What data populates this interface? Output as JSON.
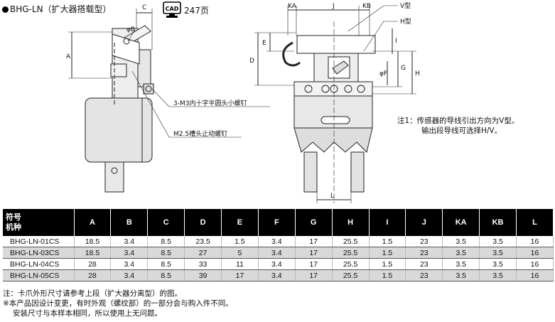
{
  "header": {
    "title": "BHG-LN（扩大器搭载型）",
    "cad_badge": "CAD",
    "cad_page": "247页"
  },
  "drawing": {
    "dims": {
      "A": "A",
      "B": "φB",
      "C": "C",
      "D": "D",
      "E": "E",
      "F": "φF",
      "G": "G",
      "H": "H",
      "I": "I",
      "J": "J",
      "KA": "KA",
      "KB": "KB",
      "L": "L"
    },
    "v_type": "V型",
    "h_type": "H型",
    "callout_screw": "3-M3内十字半圆头小螺钉",
    "callout_stop": "M2.5槽头止动螺钉"
  },
  "side_note": {
    "line1": "注1：传感器的导线引出方向为V型。",
    "line2": "输出段导线可选择H/V。"
  },
  "table": {
    "head_symbol": "符号",
    "head_model": "机种",
    "columns": [
      "A",
      "B",
      "C",
      "D",
      "E",
      "F",
      "G",
      "H",
      "I",
      "J",
      "KA",
      "KB",
      "L"
    ],
    "rows": [
      {
        "model": "BHG-LN-01CS",
        "values": [
          "18.5",
          "3.4",
          "8.5",
          "23.5",
          "1.5",
          "3.4",
          "17",
          "25.5",
          "1.5",
          "23",
          "3.5",
          "3.5",
          "16"
        ]
      },
      {
        "model": "BHG-LN-03CS",
        "values": [
          "18.5",
          "3.4",
          "8.5",
          "27",
          "5",
          "3.4",
          "17",
          "25.5",
          "1.5",
          "23",
          "3.5",
          "3.5",
          "16"
        ]
      },
      {
        "model": "BHG-LN-04CS",
        "values": [
          "28",
          "3.4",
          "8.5",
          "33",
          "11",
          "3.4",
          "17",
          "25.5",
          "1.5",
          "23",
          "3.5",
          "3.5",
          "16"
        ]
      },
      {
        "model": "BHG-LN-05CS",
        "values": [
          "28",
          "3.4",
          "8.5",
          "39",
          "17",
          "3.4",
          "17",
          "25.5",
          "1.5",
          "23",
          "3.5",
          "3.5",
          "16"
        ]
      }
    ]
  },
  "footnotes": {
    "line1": "注：卡爪外形尺寸请参考上段（扩大器分离型）的图。",
    "line2": "※本产品因设计变更，有时外观（螺纹部）的一部分会与购入件不同。",
    "line3": "安装尺寸与本样本相同，所以使用上无问题。"
  }
}
